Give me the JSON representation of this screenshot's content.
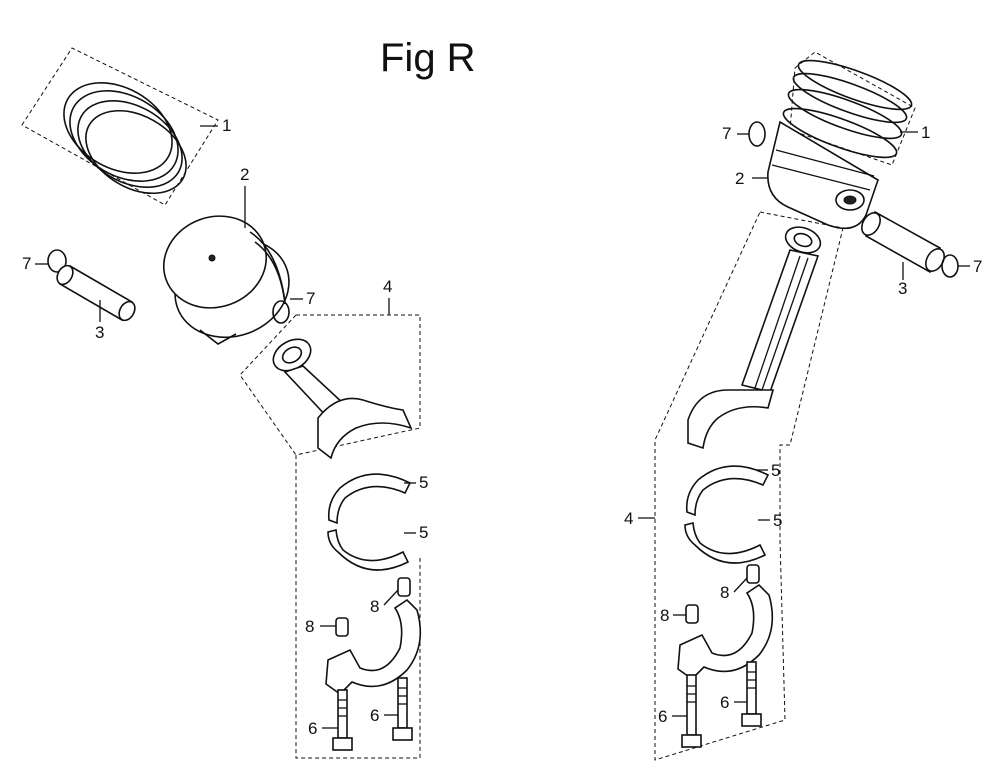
{
  "figure": {
    "title": "Fig R"
  },
  "left_assembly": {
    "callouts": {
      "c1": "1",
      "c2": "2",
      "c7a": "7",
      "c3": "3",
      "c7b": "7",
      "c4": "4",
      "c5a": "5",
      "c5b": "5",
      "c8a": "8",
      "c8b": "8",
      "c6a": "6",
      "c6b": "6"
    }
  },
  "right_assembly": {
    "callouts": {
      "c7a": "7",
      "c1": "1",
      "c2": "2",
      "c3": "3",
      "c7b": "7",
      "c4": "4",
      "c5a": "5",
      "c5b": "5",
      "c8a": "8",
      "c8b": "8",
      "c6a": "6",
      "c6b": "6"
    }
  }
}
